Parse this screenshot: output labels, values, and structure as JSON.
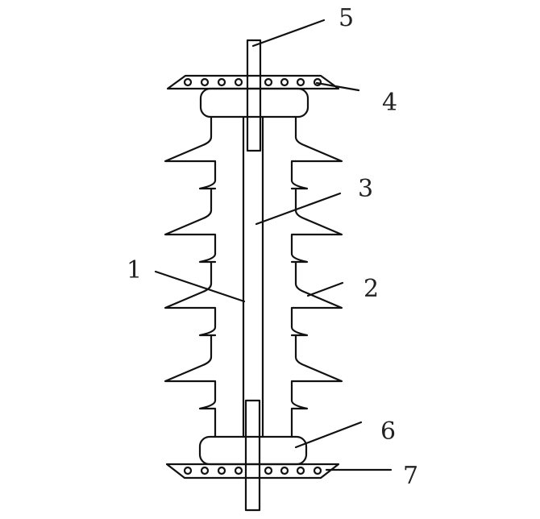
{
  "figure": {
    "labels": {
      "core_rod": "1",
      "shed_housing": "2",
      "rod_channel": "3",
      "upper_grading_ring": "4",
      "end_fitting": "5",
      "lower_end_cap": "6",
      "lower_grading_ring": "7"
    },
    "shed_count": 4,
    "ring_hole_count_per_side": 4
  }
}
